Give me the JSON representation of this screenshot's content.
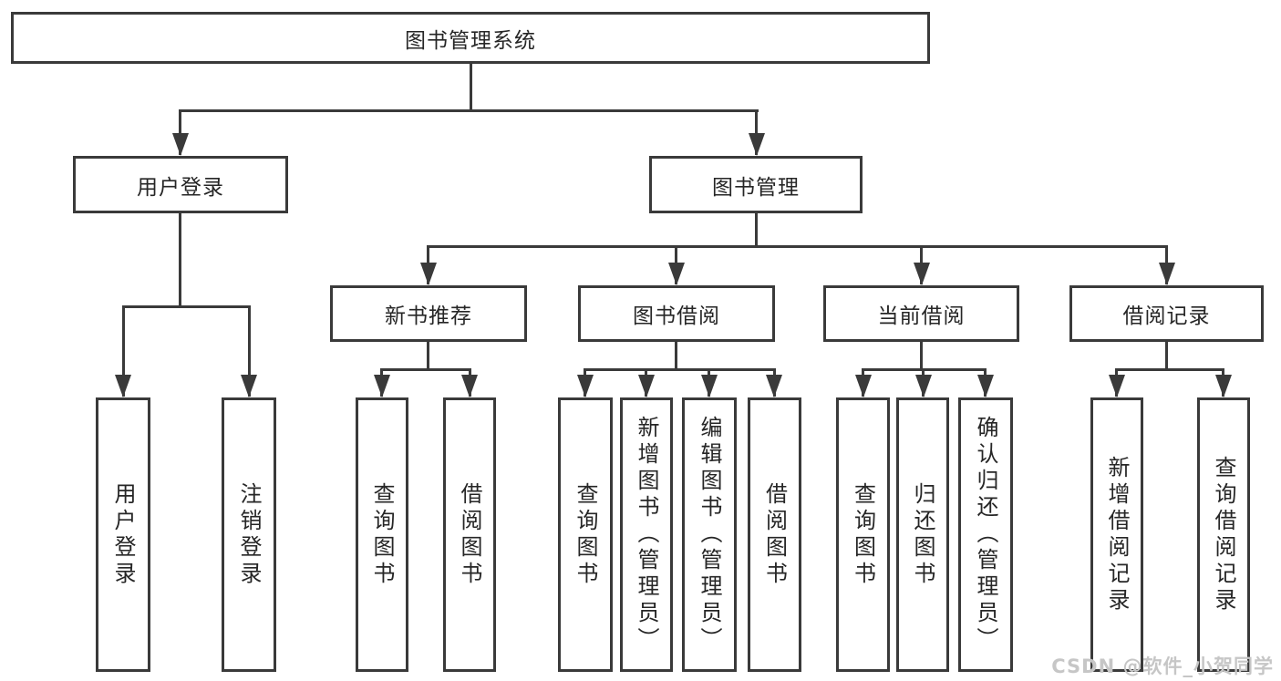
{
  "diagram": {
    "root": {
      "label": "图书管理系统"
    },
    "level2": [
      {
        "label": "用户登录",
        "children": [
          {
            "label": "用户登录"
          },
          {
            "label": "注销登录"
          }
        ]
      },
      {
        "label": "图书管理",
        "children": [
          {
            "label": "新书推荐",
            "children": [
              {
                "label": "查询图书"
              },
              {
                "label": "借阅图书"
              }
            ]
          },
          {
            "label": "图书借阅",
            "children": [
              {
                "label": "查询图书"
              },
              {
                "label": "新增图书（管理员）"
              },
              {
                "label": "编辑图书（管理员）"
              },
              {
                "label": "借阅图书"
              }
            ]
          },
          {
            "label": "当前借阅",
            "children": [
              {
                "label": "查询图书"
              },
              {
                "label": "归还图书"
              },
              {
                "label": "确认归还（管理员）"
              }
            ]
          },
          {
            "label": "借阅记录",
            "children": [
              {
                "label": "新增借阅记录"
              },
              {
                "label": "查询借阅记录"
              }
            ]
          }
        ]
      }
    ]
  },
  "watermark": {
    "text": "CSDN @软件_小贺同学"
  },
  "colors": {
    "line": "#3a3a3a",
    "text": "#262626",
    "background": "#ffffff",
    "watermark": "#c6c6c6"
  }
}
